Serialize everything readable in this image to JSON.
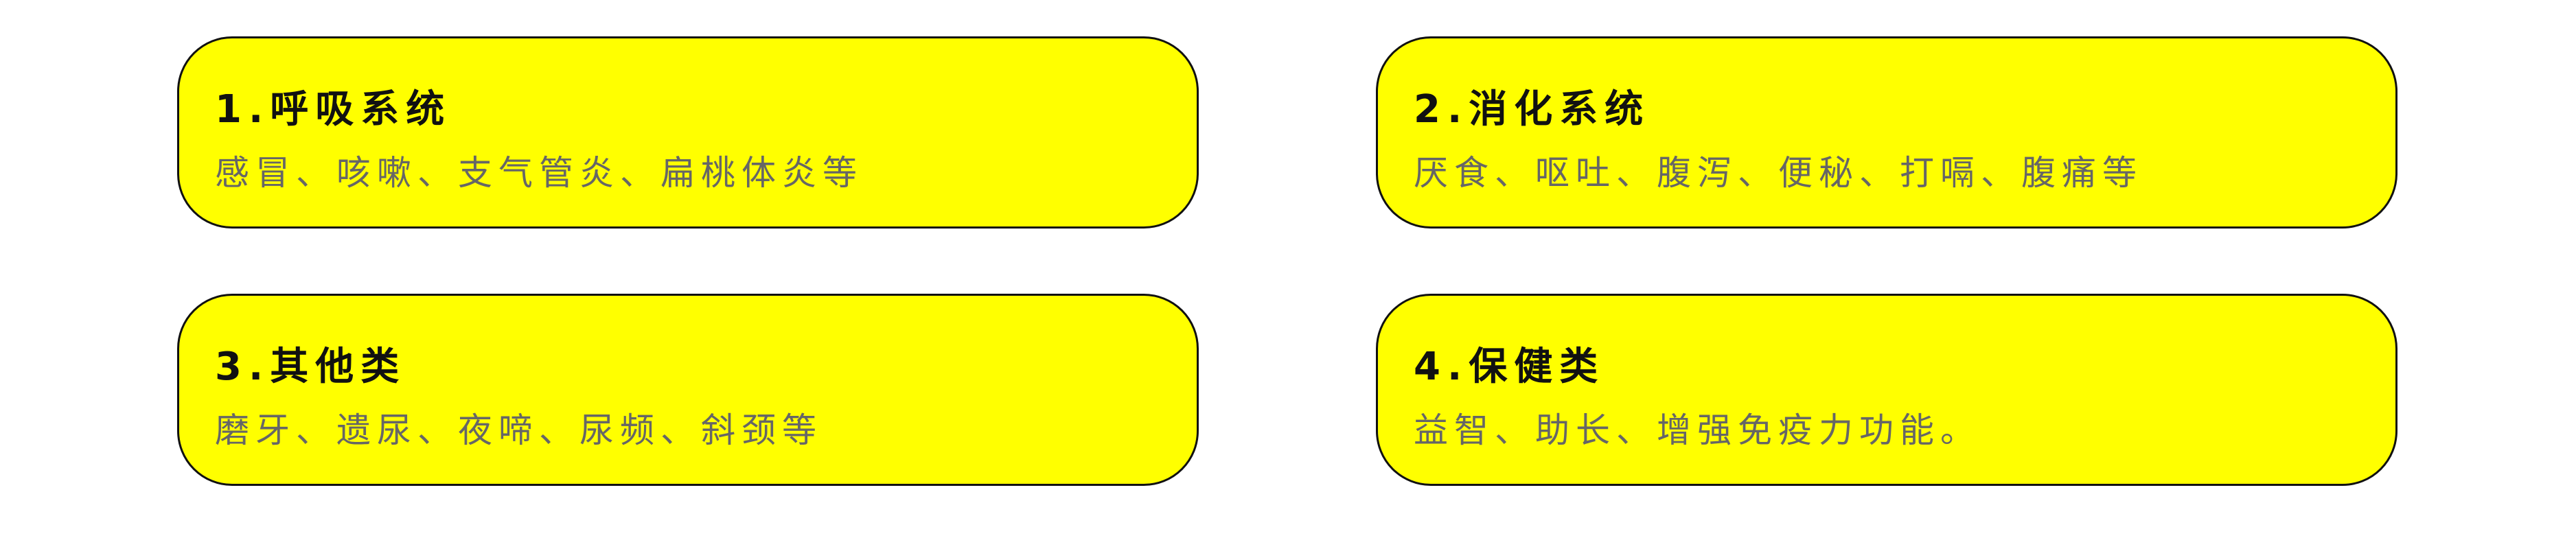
{
  "colors": {
    "card_background": "#ffff00",
    "card_border": "#111111",
    "title_text": "#111111",
    "description_text": "#666666"
  },
  "cards": [
    {
      "title": "1.呼吸系统",
      "description": "感冒、咳嗽、支气管炎、扁桃体炎等"
    },
    {
      "title": "2.消化系统",
      "description": "厌食、呕吐、腹泻、便秘、打嗝、腹痛等"
    },
    {
      "title": "3.其他类",
      "description": "磨牙、遗尿、夜啼、尿频、斜颈等"
    },
    {
      "title": "4.保健类",
      "description": "益智、助长、增强免疫力功能。"
    }
  ]
}
